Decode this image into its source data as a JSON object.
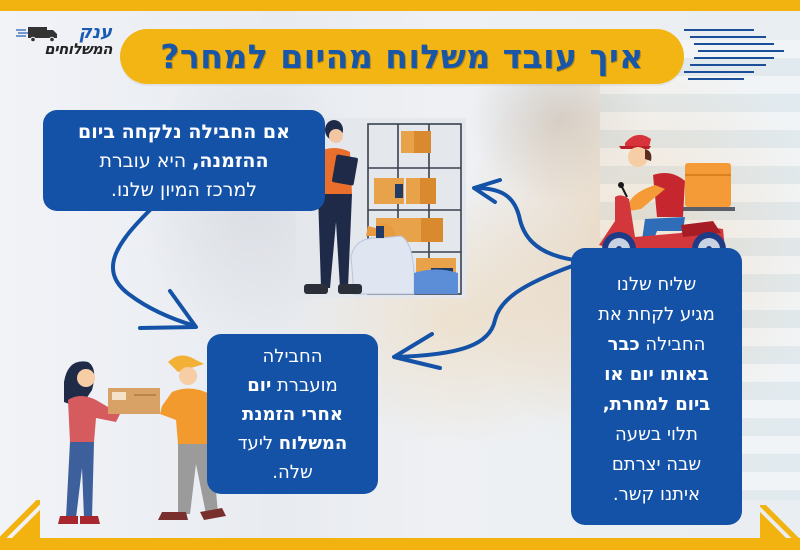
{
  "brand": {
    "logo_line1": "ענק",
    "logo_line2": "המשלוחים",
    "logo_icon": "delivery-truck-icon",
    "colors": {
      "yellow": "#f2b310",
      "blue": "#1452a7",
      "title_blue": "#1756a9"
    }
  },
  "header": {
    "title": "איך עובד משלוח מהיום למחר?"
  },
  "steps": [
    {
      "id": "sorting-center",
      "lines": [
        {
          "parts": [
            {
              "text": "אם החבילה נלקחה ביום",
              "bold": true
            }
          ]
        },
        {
          "parts": [
            {
              "text": "ההזמנה,",
              "bold": true
            },
            {
              "text": " היא עוברת",
              "bold": false
            }
          ]
        },
        {
          "parts": [
            {
              "text": "למרכז המיון שלנו.",
              "bold": false
            }
          ]
        }
      ],
      "illustration": "warehouse-worker-with-clipboard-and-package-shelves"
    },
    {
      "id": "delivery",
      "lines": [
        {
          "parts": [
            {
              "text": "החבילה",
              "bold": false
            }
          ]
        },
        {
          "parts": [
            {
              "text": "מועברת ",
              "bold": false
            },
            {
              "text": "יום",
              "bold": true
            }
          ]
        },
        {
          "parts": [
            {
              "text": "אחרי הזמנת",
              "bold": true
            }
          ]
        },
        {
          "parts": [
            {
              "text": "המשלוח",
              "bold": true
            },
            {
              "text": " ליעד",
              "bold": false
            }
          ]
        },
        {
          "parts": [
            {
              "text": "שלה.",
              "bold": false
            }
          ]
        }
      ],
      "illustration": "courier-handing-package-to-customer"
    },
    {
      "id": "pickup",
      "lines": [
        {
          "parts": [
            {
              "text": "שליח שלנו",
              "bold": false
            }
          ]
        },
        {
          "parts": [
            {
              "text": "מגיע לקחת את",
              "bold": false
            }
          ]
        },
        {
          "parts": [
            {
              "text": "החבילה ",
              "bold": false
            },
            {
              "text": "כבר",
              "bold": true
            }
          ]
        },
        {
          "parts": [
            {
              "text": "באותו יום או",
              "bold": true
            }
          ]
        },
        {
          "parts": [
            {
              "text": "ביום למחרת,",
              "bold": true
            }
          ]
        },
        {
          "parts": [
            {
              "text": "תלוי בשעה",
              "bold": false
            }
          ]
        },
        {
          "parts": [
            {
              "text": "שבה יצרתם",
              "bold": false
            }
          ]
        },
        {
          "parts": [
            {
              "text": "איתנו קשר.",
              "bold": false
            }
          ]
        }
      ],
      "illustration": "courier-on-red-scooter"
    }
  ]
}
